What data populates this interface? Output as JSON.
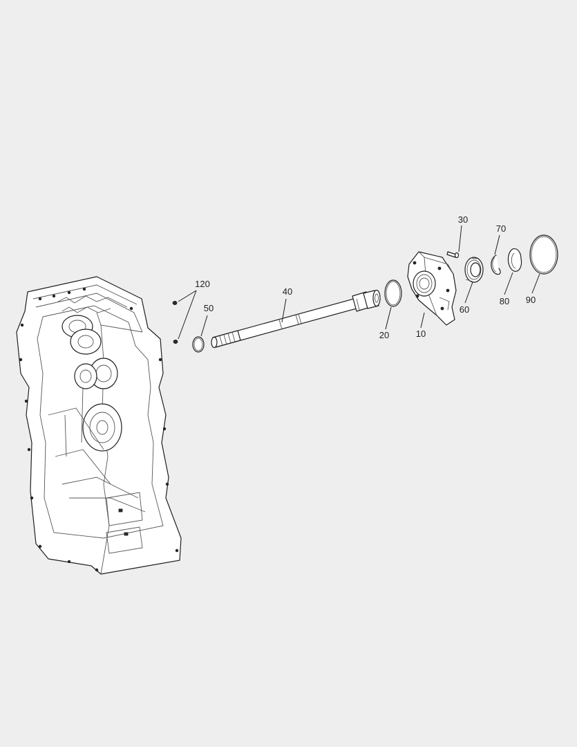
{
  "diagram": {
    "background": "#eeeeee",
    "line_color": "#1e1e1e",
    "callouts": [
      {
        "id": "c120",
        "label": "120"
      },
      {
        "id": "c50",
        "label": "50"
      },
      {
        "id": "c40",
        "label": "40"
      },
      {
        "id": "c20",
        "label": "20"
      },
      {
        "id": "c10",
        "label": "10"
      },
      {
        "id": "c30",
        "label": "30"
      },
      {
        "id": "c60",
        "label": "60"
      },
      {
        "id": "c70",
        "label": "70"
      },
      {
        "id": "c80",
        "label": "80"
      },
      {
        "id": "c90",
        "label": "90"
      }
    ]
  }
}
